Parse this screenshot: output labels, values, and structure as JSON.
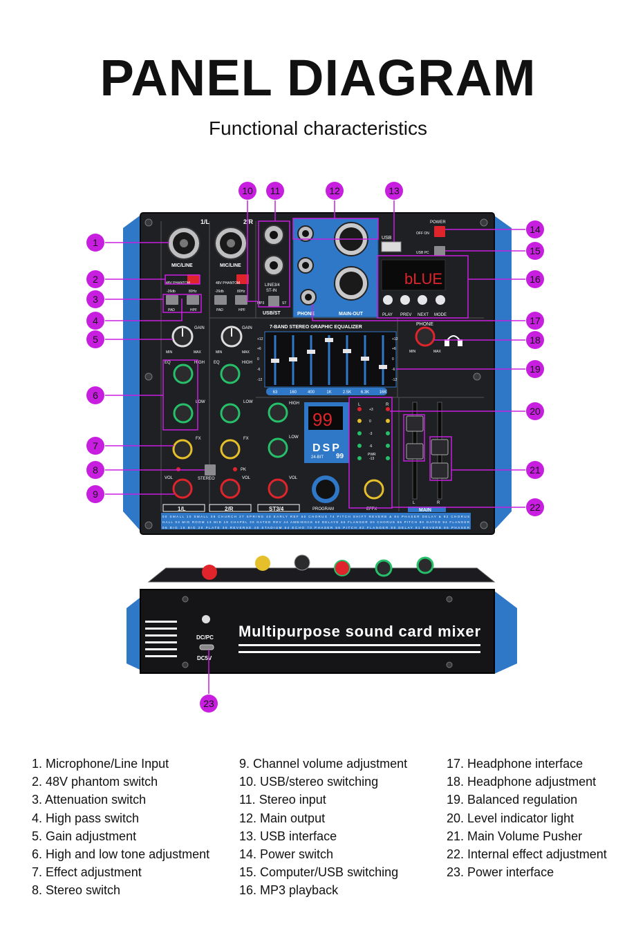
{
  "header": {
    "title": "PANEL DIAGRAM",
    "subtitle": "Functional characteristics"
  },
  "panel": {
    "ch1_label": "1/L",
    "ch2_label": "2/R",
    "mic_line": "MIC/LINE",
    "phantom": "48V PHANTOM",
    "pad": "PAD",
    "hpf": "HPF",
    "db": "-26db",
    "hz": "80Hz",
    "gain": "GAIN",
    "min": "MIN",
    "max": "MAX",
    "eq": "EQ",
    "high": "HIGH",
    "low": "LOW",
    "fx": "FX",
    "pk": "PK",
    "vol": "VOL",
    "stereo": "STEREO",
    "line34": "LINE3/4",
    "st_in": "ST-IN",
    "mp3": "MP3",
    "st": "ST",
    "usb_st": "USB/ST",
    "phone_jack": "PHONE",
    "main_out": "MAIN-OUT",
    "usb": "USB",
    "power": "POWER",
    "off_on": "OFF ON",
    "usb_pc": "USB PC",
    "display": "bLUE",
    "transport": [
      "PLAY",
      "PREV",
      "NEXT",
      "MODE"
    ],
    "eq_title": "7-BAND STEREO GRAPHIC EQUALIZER",
    "eq_scale": [
      "+12",
      "+6",
      "0",
      "-6",
      "-12"
    ],
    "eq_bands": [
      "63",
      "160",
      "400",
      "1K",
      "2.5K",
      "6.3K",
      "16K"
    ],
    "phone_label": "PHONE",
    "dsp_readout": "99",
    "dsp": "DSP",
    "dsp_bits": "24-BIT",
    "dsp_num": "99",
    "program": "PROGRAM",
    "effx": "EFFX",
    "meter_l": "L",
    "meter_r": "R",
    "meter_marks": [
      "+3",
      "0",
      "-3",
      "-6",
      "-13"
    ],
    "pwr": "PWR",
    "main": "MAIN",
    "st34": "ST3/4",
    "effects_line1": "00 SMALL   10 SMALL   09 CHURCH 27 SPRING   40 EARLY REF   60 CHORUS   74 PITCH SHIFT   REVERB &   84 PHASER   DELAY &   92 CHORUS",
    "effects_line2": "HALL 03 MID   ROOM 13 MID   19 CHAPEL 30 GATED REV 44 AMBIENCE 50 DELAYE   66 FLANGER   80 CHORUS   86 PITCH   90 GATED   94 FLANGER",
    "effects_line3": "06 BIG   16 BIG   20 PLATE   36 REVERSE   48 STADIUM 54 ECHO   70 PHASER   56 PITCH   82 FLANGER   88 DELAY   91 REVERB   96 PHASER"
  },
  "rear": {
    "brand_text": "Multipurpose sound card mixer",
    "dc_pc": "DC/PC",
    "dc5v": "DC5V"
  },
  "callouts": [
    "1",
    "2",
    "3",
    "4",
    "5",
    "6",
    "7",
    "8",
    "9",
    "10",
    "11",
    "12",
    "13",
    "14",
    "15",
    "16",
    "17",
    "18",
    "19",
    "20",
    "21",
    "22",
    "23"
  ],
  "legend": [
    [
      "1. Microphone/Line Input",
      "2. 48V phantom switch",
      "3. Attenuation switch",
      "4. High pass switch",
      "5. Gain adjustment",
      "6. High and low tone adjustment",
      "7. Effect adjustment",
      "8. Stereo switch"
    ],
    [
      "9. Channel volume adjustment",
      "10. USB/stereo switching",
      "11. Stereo input",
      "12. Main output",
      "13. USB interface",
      "14. Power switch",
      "15. Computer/USB switching",
      "16. MP3 playback"
    ],
    [
      "17. Headphone interface",
      "18. Headphone adjustment",
      "19. Balanced regulation",
      "20. Level indicator light",
      "21. Main Volume Pusher",
      "22. Internal effect adjustment",
      "23. Power interface"
    ]
  ],
  "colors": {
    "accent": "#c81ee0",
    "panel": "#1f2024",
    "blue": "#2f78c8",
    "red": "#e0242b"
  }
}
